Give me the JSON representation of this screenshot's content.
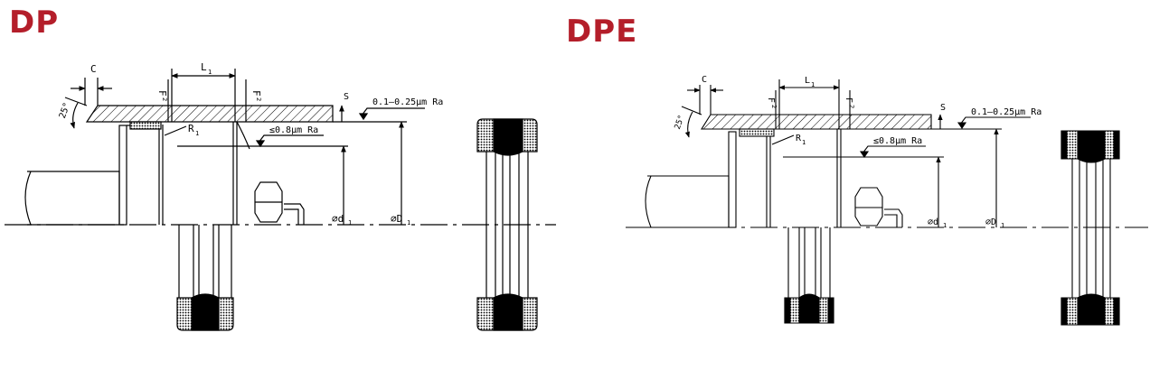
{
  "titles": {
    "dp": "DP",
    "dpe": "DPE"
  },
  "colors": {
    "title": "#b41e2a",
    "line": "#000000"
  },
  "dp": {
    "labels": {
      "c": "C",
      "l1": "L",
      "l1_sub": "1",
      "f2": "F",
      "f2_sub": "2",
      "angle": "25°",
      "s": "S",
      "ra_outer": "0.1–0.25µm Ra",
      "ra_inner": "≤0.8µm Ra",
      "r1": "R",
      "r1_sub": "1",
      "d1": "⌀d",
      "d1_sub": "1",
      "D1": "⌀D",
      "D1_sub": "1"
    }
  },
  "dpe": {
    "labels": {
      "c": "C",
      "l1": "L",
      "l1_sub": "1",
      "f2": "F",
      "f2_sub": "2",
      "angle": "25°",
      "s": "S",
      "ra_outer": "0.1–0.25µm Ra",
      "ra_inner": "≤0.8µm Ra",
      "r1": "R",
      "r1_sub": "1",
      "d1": "⌀d",
      "d1_sub": "1",
      "D1": "⌀D",
      "D1_sub": "1"
    }
  }
}
